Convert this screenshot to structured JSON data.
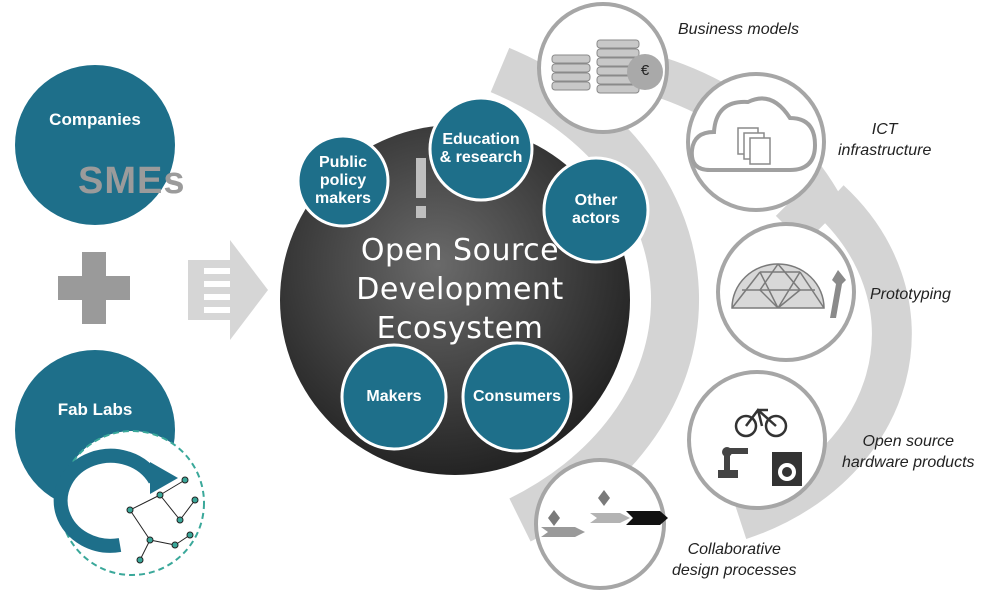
{
  "left": {
    "companies": "Companies",
    "smes": "SMEs",
    "fablabs": "Fab Labs"
  },
  "center": {
    "title_line1": "Open Source",
    "title_line2": "Development",
    "title_line3": "Ecosystem",
    "actors": {
      "policy": "Public\npolicy\nmakers",
      "education": "Education\n& research",
      "other": "Other\nactors",
      "makers": "Makers",
      "consumers": "Consumers"
    }
  },
  "right": {
    "business": "Business models",
    "ict": "ICT\ninfrastructure",
    "prototyping": "Prototyping",
    "hardware": "Open source\nhardware products",
    "collab": "Collaborative\ndesign processes",
    "euro": "€"
  },
  "colors": {
    "teal": "#1e6f8a",
    "grey_light": "#cfcfcf",
    "grey_mid": "#9a9a9a",
    "dark": "#3a3a3a"
  }
}
